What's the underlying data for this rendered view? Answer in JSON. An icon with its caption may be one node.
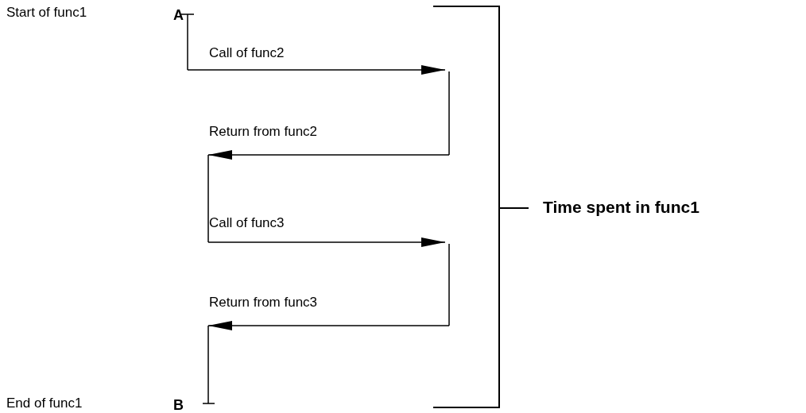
{
  "diagram": {
    "labels": [
      "Start of func1",
      "A",
      "Call of func2",
      "Return from func2",
      "Time spent in func1",
      "Call of func3",
      "Return from func3",
      "End of func1",
      "B"
    ]
  }
}
